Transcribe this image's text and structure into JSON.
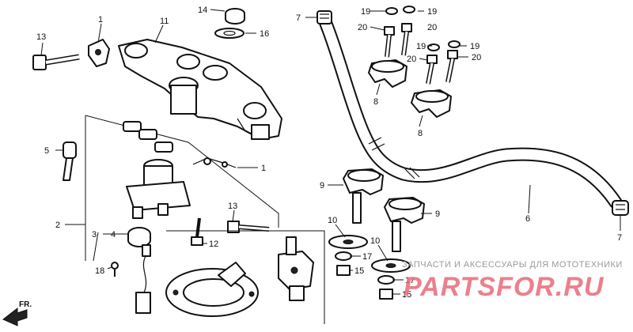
{
  "callouts": {
    "c1a": "1",
    "c1b": "1",
    "c2": "2",
    "c3": "3",
    "c4": "4",
    "c5": "5",
    "c6": "6",
    "c7a": "7",
    "c7b": "7",
    "c8a": "8",
    "c8b": "8",
    "c9a": "9",
    "c9b": "9",
    "c10a": "10",
    "c10b": "10",
    "c11": "11",
    "c12": "12",
    "c13a": "13",
    "c13b": "13",
    "c14": "14",
    "c15a": "15",
    "c15b": "15",
    "c16": "16",
    "c17a": "17",
    "c17b": "17",
    "c18": "18",
    "c19a": "19",
    "c19b": "19",
    "c19c": "19",
    "c19d": "19",
    "c20a": "20",
    "c20b": "20",
    "c20c": "20",
    "c20d": "20"
  },
  "direction_label": "FR.",
  "watermark": {
    "caption": "ЗАПЧАСТИ И АКСЕССУАРЫ ДЛЯ МОТОТЕХНИКИ",
    "brand": "PARTSFOR.RU"
  }
}
